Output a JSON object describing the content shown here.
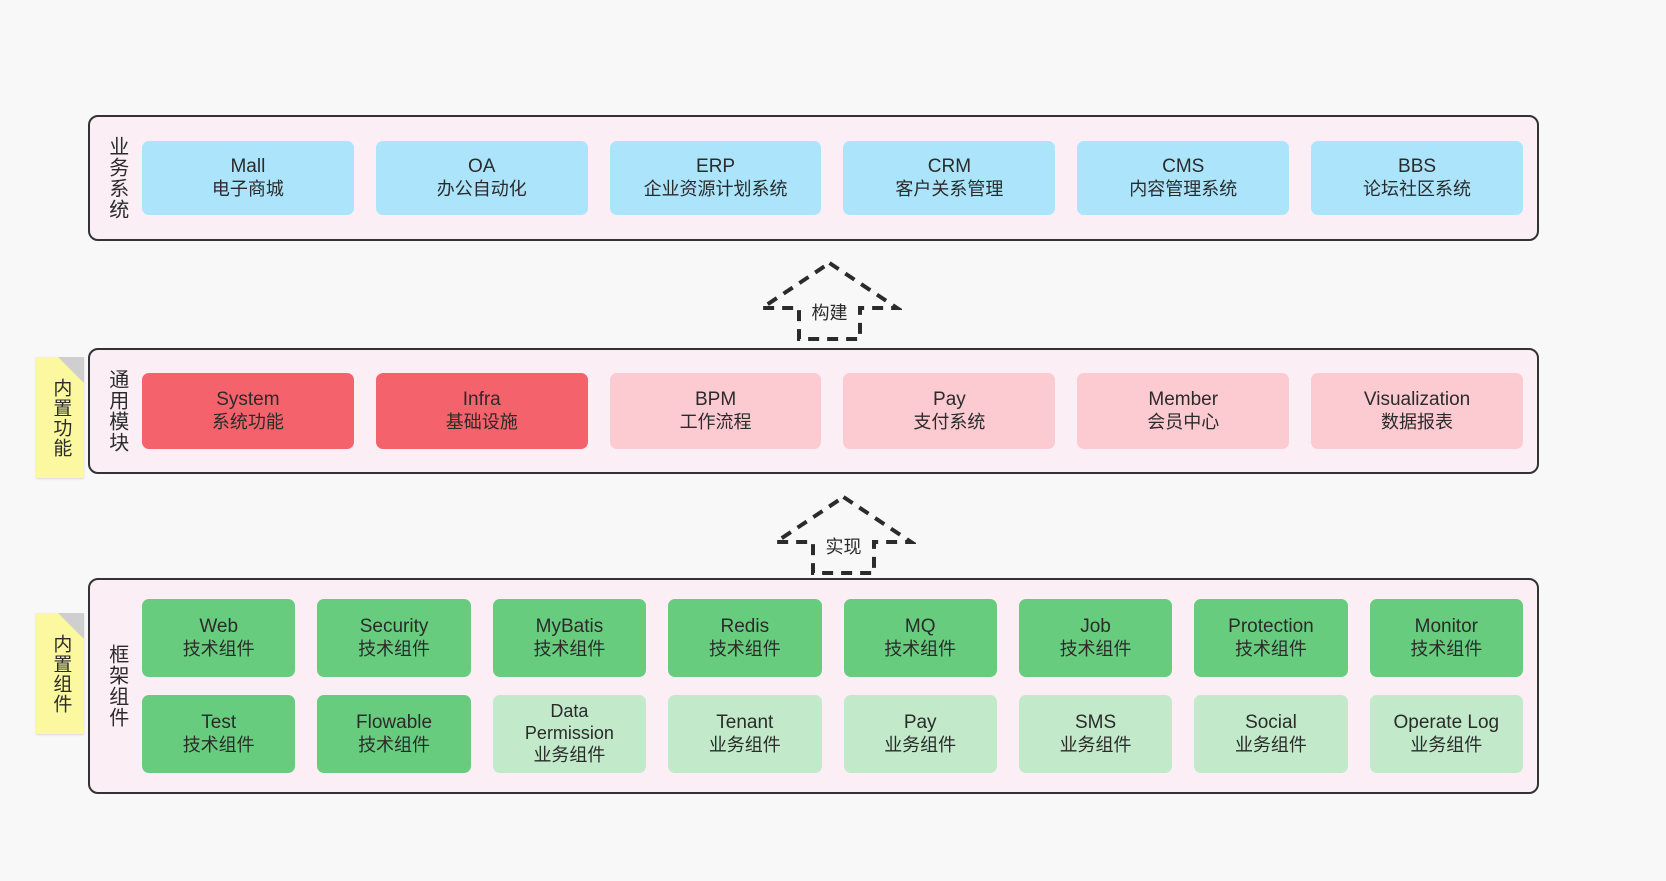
{
  "layers": [
    {
      "id": "business",
      "title": "业务系统",
      "rows": [
        {
          "style": "c-blue",
          "cells": [
            {
              "en": "Mall",
              "cn": "电子商城"
            },
            {
              "en": "OA",
              "cn": "办公自动化"
            },
            {
              "en": "ERP",
              "cn": "企业资源计划系统"
            },
            {
              "en": "CRM",
              "cn": "客户关系管理"
            },
            {
              "en": "CMS",
              "cn": "内容管理系统"
            },
            {
              "en": "BBS",
              "cn": "论坛社区系统"
            }
          ]
        }
      ]
    },
    {
      "id": "common",
      "title": "通用模块",
      "note": "内置功能",
      "rows": [
        {
          "cells": [
            {
              "en": "System",
              "cn": "系统功能",
              "style": "c-red"
            },
            {
              "en": "Infra",
              "cn": "基础设施",
              "style": "c-red"
            },
            {
              "en": "BPM",
              "cn": "工作流程",
              "style": "c-pink"
            },
            {
              "en": "Pay",
              "cn": "支付系统",
              "style": "c-pink"
            },
            {
              "en": "Member",
              "cn": "会员中心",
              "style": "c-pink"
            },
            {
              "en": "Visualization",
              "cn": "数据报表",
              "style": "c-pink"
            }
          ]
        }
      ]
    },
    {
      "id": "framework",
      "title": "框架组件",
      "note": "内置组件",
      "rows": [
        {
          "cells": [
            {
              "en": "Web",
              "cn": "技术组件",
              "style": "c-green"
            },
            {
              "en": "Security",
              "cn": "技术组件",
              "style": "c-green"
            },
            {
              "en": "MyBatis",
              "cn": "技术组件",
              "style": "c-green"
            },
            {
              "en": "Redis",
              "cn": "技术组件",
              "style": "c-green"
            },
            {
              "en": "MQ",
              "cn": "技术组件",
              "style": "c-green"
            },
            {
              "en": "Job",
              "cn": "技术组件",
              "style": "c-green"
            },
            {
              "en": "Protection",
              "cn": "技术组件",
              "style": "c-green"
            },
            {
              "en": "Monitor",
              "cn": "技术组件",
              "style": "c-green"
            }
          ]
        },
        {
          "cells": [
            {
              "en": "Test",
              "cn": "技术组件",
              "style": "c-green"
            },
            {
              "en": "Flowable",
              "cn": "技术组件",
              "style": "c-green"
            },
            {
              "en": "Data Permission",
              "cn": "业务组件",
              "style": "c-greenlight"
            },
            {
              "en": "Tenant",
              "cn": "业务组件",
              "style": "c-greenlight"
            },
            {
              "en": "Pay",
              "cn": "业务组件",
              "style": "c-greenlight"
            },
            {
              "en": "SMS",
              "cn": "业务组件",
              "style": "c-greenlight"
            },
            {
              "en": "Social",
              "cn": "业务组件",
              "style": "c-greenlight"
            },
            {
              "en": "Operate Log",
              "cn": "业务组件",
              "style": "c-greenlight"
            }
          ]
        }
      ]
    }
  ],
  "arrows": [
    {
      "id": "build",
      "label": "构建"
    },
    {
      "id": "implement",
      "label": "实现"
    }
  ],
  "colors": {
    "background": "#f8f8f8",
    "layer_fill": "#fbeef5",
    "layer_border": "#333333",
    "blue": "#ace4fb",
    "red": "#f4636b",
    "pink": "#fccad1",
    "green": "#68cc7f",
    "green_light": "#c2e9c9",
    "note_yellow": "#fbf8a0",
    "note_fold": "#cfcfcf",
    "text": "#2b2b2b"
  }
}
